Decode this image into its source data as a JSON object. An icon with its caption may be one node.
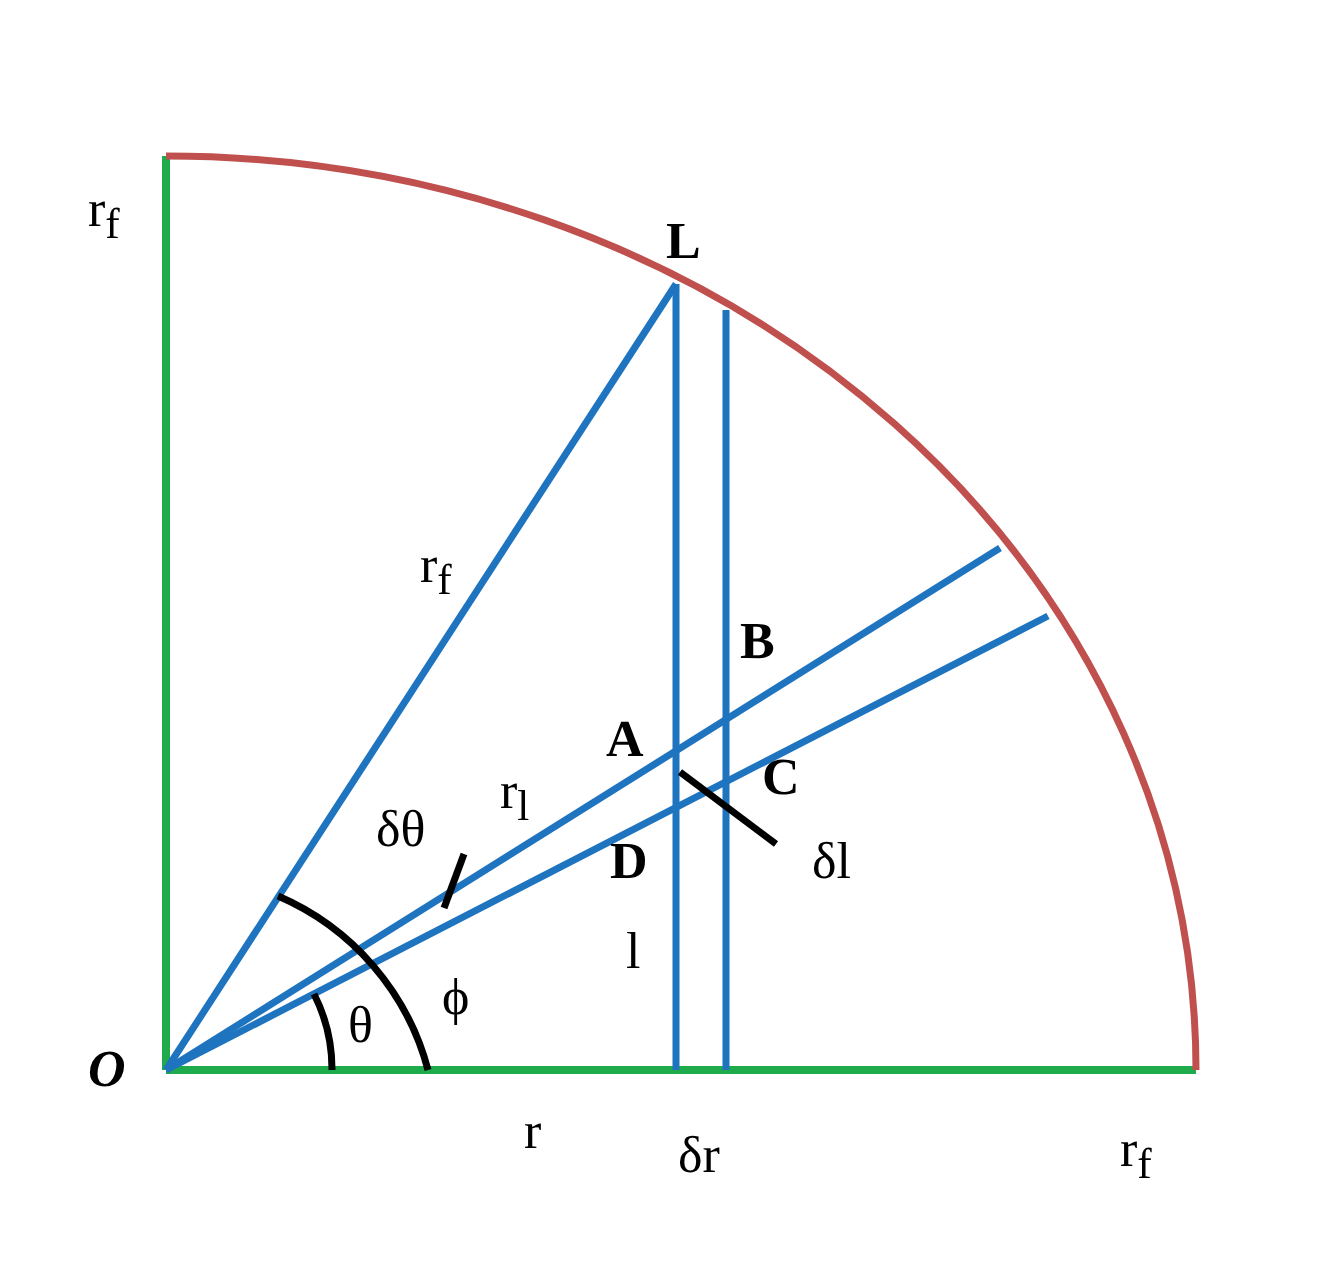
{
  "diagram": {
    "labels": [
      "r$_{f}$",
      "L",
      "r$_{f}$",
      "B",
      "A",
      "r$_{l}$",
      "C",
      "δθ",
      "D",
      "δl",
      "l",
      "θ",
      "ϕ",
      "O",
      "r",
      "δr",
      "r$_{f}$"
    ]
  }
}
